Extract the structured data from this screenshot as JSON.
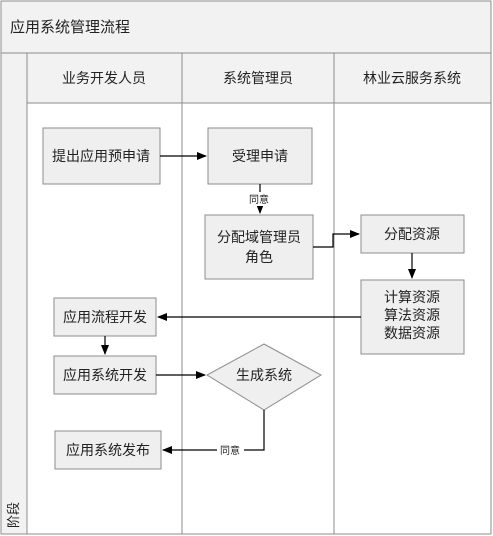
{
  "title": "应用系统管理流程",
  "phase_label": "阶段",
  "lanes": [
    "业务开发人员",
    "系统管理员",
    "林业云服务系统"
  ],
  "nodes": {
    "submit_request": "提出应用预申请",
    "accept_request": "受理申请",
    "assign_role": [
      "分配域管理员",
      "角色"
    ],
    "allocate_resources": "分配资源",
    "resource_list": [
      "计算资源",
      "算法资源",
      "数据资源"
    ],
    "app_process_dev": "应用流程开发",
    "app_system_dev": "应用系统开发",
    "generate_system": "生成系统",
    "app_system_release": "应用系统发布"
  },
  "edge_labels": {
    "approve_1": "同意",
    "approve_2": "同意"
  },
  "colors": {
    "lane_fill": "#f2f2f2",
    "border": "#8c8c8c",
    "node_fill": "#efefef",
    "arrow": "#000000"
  }
}
